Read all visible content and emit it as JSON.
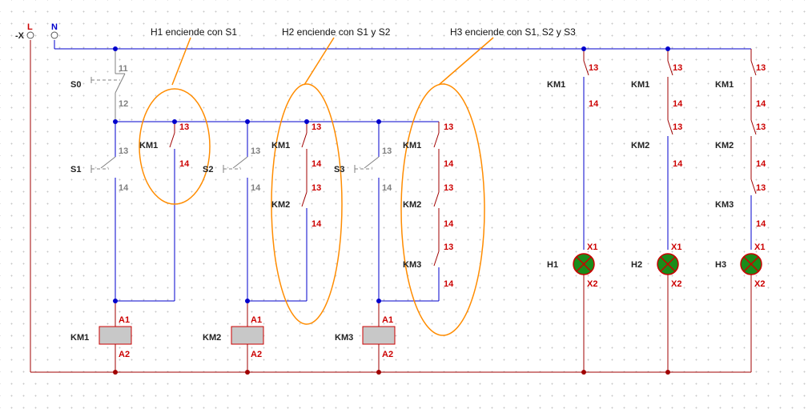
{
  "terminals": {
    "term_x": "-X",
    "term_l": "L",
    "term_n": "N"
  },
  "annotations": [
    "H1 enciende con S1",
    "H2 enciende con S1 y S2",
    "H3 enciende con S1, S2 y S3"
  ],
  "labels": {
    "S0": "S0",
    "S1": "S1",
    "S2": "S2",
    "S3": "S3",
    "KM1": "KM1",
    "KM2": "KM2",
    "KM3": "KM3",
    "H1": "H1",
    "H2": "H2",
    "H3": "H3"
  },
  "pins": {
    "p11": "11",
    "p12": "12",
    "p13": "13",
    "p14": "14",
    "A1": "A1",
    "A2": "A2",
    "X1": "X1",
    "X2": "X2"
  },
  "colors": {
    "wire_blue": "#0000cc",
    "wire_red": "#a00000",
    "contact": "#b03030",
    "annotation": "#ff8c00",
    "lamp": "#1a8c1a",
    "coil": "#c8c8c8"
  }
}
